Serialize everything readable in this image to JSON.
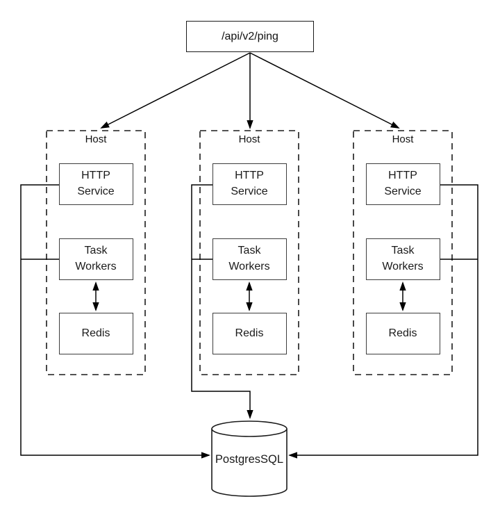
{
  "diagram": {
    "api_endpoint": "/api/v2/ping",
    "hosts": [
      {
        "label": "Host",
        "http_service": "HTTP Service",
        "task_workers": "Task Workers",
        "redis": "Redis"
      },
      {
        "label": "Host",
        "http_service": "HTTP Service",
        "task_workers": "Task Workers",
        "redis": "Redis"
      },
      {
        "label": "Host",
        "http_service": "HTTP Service",
        "task_workers": "Task Workers",
        "redis": "Redis"
      }
    ],
    "database": "PostgresSQL",
    "colors": {
      "line": "#000000",
      "solid_box_border": "#3d3d3d",
      "dashed_box_border": "#1a1a1a",
      "background": "#ffffff"
    }
  }
}
